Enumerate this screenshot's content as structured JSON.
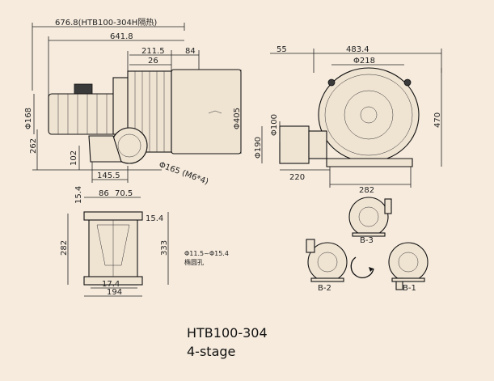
{
  "title": "HTB100-304",
  "subtitle": "4-stage",
  "side_view": {
    "overall_insulated": "676.8(HTB100-304H隔热)",
    "overall": "641.8",
    "d_211_5": "211.5",
    "d_84": "84",
    "d_26": "26",
    "motor_dia": "Φ168",
    "height_262": "262",
    "foot_102": "102",
    "foot_145_5": "145.5",
    "flange_dia": "Φ165 (M6*4)",
    "casing_dia": "Φ405"
  },
  "front_view": {
    "d_55": "55",
    "d_483_4": "483.4",
    "inlet_dia": "Φ218",
    "outlet_dia": "Φ100",
    "outlet_190": "Φ190",
    "height_470": "470",
    "d_220": "220",
    "base_282": "282"
  },
  "base_view": {
    "d_15_4_top": "15.4",
    "d_86": "86",
    "d_70_5": "70.5",
    "d_15_4_right": "15.4",
    "d_282": "282",
    "d_333": "333",
    "hole_note_1": "Φ11.5~Φ15.4",
    "hole_note_2": "椭圆孔",
    "d_17_4": "17.4",
    "d_194": "194"
  },
  "orientations": {
    "b3": "B-3",
    "b2": "B-2",
    "b1": "B-1"
  }
}
